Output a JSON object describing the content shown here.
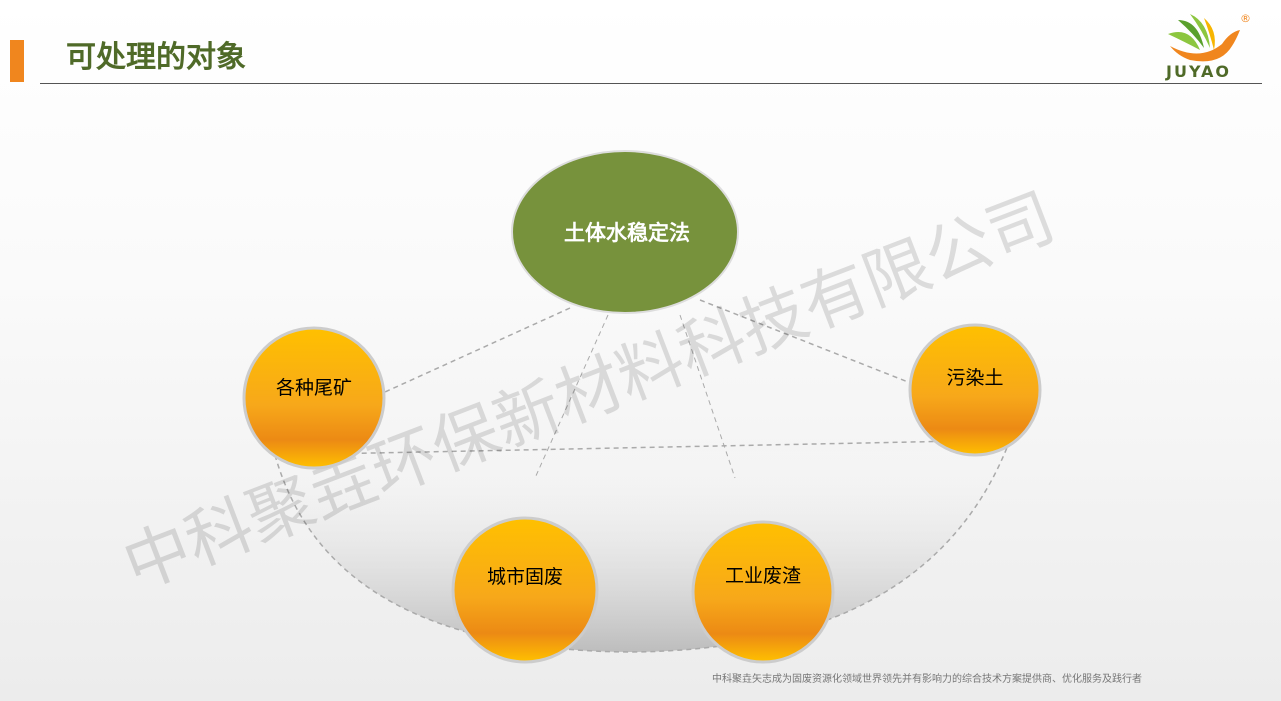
{
  "header": {
    "title": "可处理的对象",
    "logo_text": "JUYAO",
    "registered": "®"
  },
  "diagram": {
    "center": "土体水稳定法",
    "nodes": [
      "各种尾矿",
      "污染土",
      "城市固废",
      "工业废渣"
    ]
  },
  "watermark": "中科聚垚环保新材料科技有限公司",
  "footer": "中科聚垚矢志成为固废资源化领域世界领先并有影响力的综合技术方案提供商、优化服务及践行者",
  "colors": {
    "accent": "#f0861e",
    "green": "#77923c",
    "title": "#4f6a28"
  }
}
